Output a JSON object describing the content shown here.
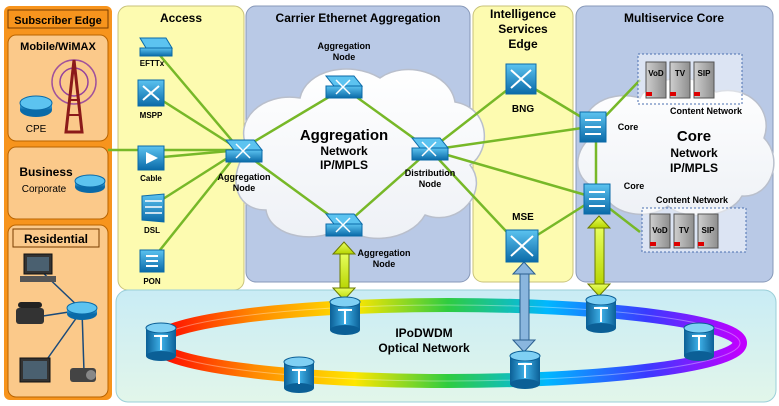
{
  "sections": {
    "subscriber_edge": "Subscriber Edge",
    "access": "Access",
    "carrier_eth": "Carrier Ethernet Aggregation",
    "intelligence": [
      "Intelligence",
      "Services",
      "Edge"
    ],
    "multiservice": "Multiservice Core"
  },
  "subscriber": {
    "mobile": "Mobile/WiMAX",
    "cpe": "CPE",
    "business": "Business",
    "corporate": "Corporate",
    "residential": "Residential"
  },
  "access_devices": {
    "efttx": "EFTTx",
    "mspp": "MSPP",
    "cable": "Cable",
    "dsl": "DSL",
    "pon": "PON"
  },
  "aggregation": {
    "node_top": [
      "Aggregation",
      "Node"
    ],
    "node_left": [
      "Aggregation",
      "Node"
    ],
    "node_bottom": [
      "Aggregation",
      "Node"
    ],
    "distribution": [
      "Distribution",
      "Node"
    ],
    "cloud_title": "Aggregation",
    "cloud_sub1": "Network",
    "cloud_sub2": "IP/MPLS"
  },
  "edge": {
    "bng": "BNG",
    "mse": "MSE"
  },
  "core": {
    "core1": "Core",
    "core2": "Core",
    "cloud_title": "Core",
    "cloud_sub1": "Network",
    "cloud_sub2": "IP/MPLS",
    "content_network_top": "Content Network",
    "content_network_bottom": "Content Network",
    "servers": [
      "VoD",
      "TV",
      "SIP"
    ]
  },
  "optical": {
    "line1": "IPoDWDM",
    "line2": "Optical Network"
  },
  "colors": {
    "orange": "#f7941d",
    "yellow": "#fdfbb0",
    "steel": "#b9c9e6",
    "green": "#77b828",
    "device": "#1f8fc8"
  }
}
